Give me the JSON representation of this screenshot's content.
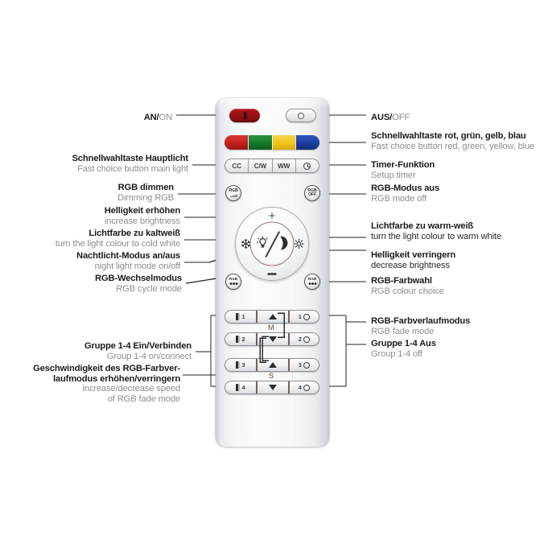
{
  "device": {
    "name": "RGB LED remote control",
    "body_color": "#f3f4f6"
  },
  "buttons": {
    "power_on": {
      "name": "power-on",
      "color": "#9e1115"
    },
    "power_off": {
      "name": "power-off",
      "color": "#eceef0"
    },
    "color_bar": {
      "segments": [
        {
          "label": "red",
          "color": "#c3201d"
        },
        {
          "label": "green",
          "color": "#147a2b"
        },
        {
          "label": "yellow",
          "color": "#f0c51a"
        },
        {
          "label": "blue",
          "color": "#1b3fa0"
        }
      ]
    },
    "function_bar": {
      "segments": [
        {
          "label": "CC"
        },
        {
          "label": "C/W"
        },
        {
          "label": "WW"
        },
        {
          "label": "timer-icon"
        }
      ]
    },
    "rgb_dim": {
      "label": "RGB"
    },
    "rgb_off": {
      "label_top": "RGB",
      "label_bottom": "OFF"
    },
    "rgb_cycle": {
      "label": "RGB"
    },
    "rgb_color": {
      "label": "RGB"
    },
    "dial": {
      "plus": "+",
      "minus": "−",
      "left_icon": "snowflake-icon",
      "right_icon": "sun-icon",
      "center_icons": "sun-moon-night-mode"
    },
    "keypad": {
      "mid_label_top": "M",
      "mid_label_bottom": "S",
      "rows": [
        {
          "left": "1",
          "right": "1",
          "mid": "arrow-up"
        },
        {
          "left": "2",
          "right": "2",
          "mid": "arrow-down"
        },
        {
          "left": "3",
          "right": "3",
          "mid": "arrow-up"
        },
        {
          "left": "4",
          "right": "4",
          "mid": "arrow-down"
        }
      ]
    }
  },
  "callouts": {
    "an_on": {
      "de": "AN/",
      "en": "ON"
    },
    "aus_off": {
      "de": "AUS/",
      "en": "OFF"
    },
    "main_light": {
      "de": "Schnellwahltaste Hauptlicht",
      "en": "Fast choice button main light"
    },
    "fast_colour": {
      "de": "Schnellwahltaste rot, grün, gelb, blau",
      "en": "Fast choice button red, green, yellow, blue"
    },
    "timer": {
      "de": "Timer-Funktion",
      "en": "Setup timer"
    },
    "rgb_dim": {
      "de": "RGB dimmen",
      "en": "Dimming RGB"
    },
    "rgb_mode_off": {
      "de": "RGB-Modus aus",
      "en": "RGB mode off"
    },
    "brightness_up": {
      "de": "Helligkeit erhöhen",
      "en": "increase brightness"
    },
    "cold_white": {
      "de": "Lichtfarbe zu kaltweiß",
      "en": "turn the light colour to cold white"
    },
    "warm_white": {
      "de": "Lichtfarbe zu warm-weiß",
      "en": "turn the light colour to warm white"
    },
    "night_mode": {
      "de": "Nachtlicht-Modus an/aus",
      "en": "night light mode on/off"
    },
    "brightness_dn": {
      "de": "Helligkeit verringern",
      "en": "decrease brightness"
    },
    "rgb_cycle": {
      "de": "RGB-Wechselmodus",
      "en": "RGB cycle mode"
    },
    "rgb_colour": {
      "de": "RGB-Farbwahl",
      "en": "RGB colour choice"
    },
    "rgb_fade": {
      "de": "RGB-Farbverlaufmodus",
      "en": "RGB fade mode"
    },
    "group_on": {
      "de": "Gruppe 1-4 Ein/Verbinden",
      "en": "Group 1-4 on/connect"
    },
    "group_off": {
      "de": "Gruppe 1-4 Aus",
      "en": "Group 1-4 off"
    },
    "fade_speed": {
      "de_line1": "Geschwindigkeit des RGB-Farbver-",
      "de_line2": "laufmodus erhöhen/verringern",
      "en_line1": "increase/decrease speed",
      "en_line2": "of RGB fade mode"
    }
  }
}
